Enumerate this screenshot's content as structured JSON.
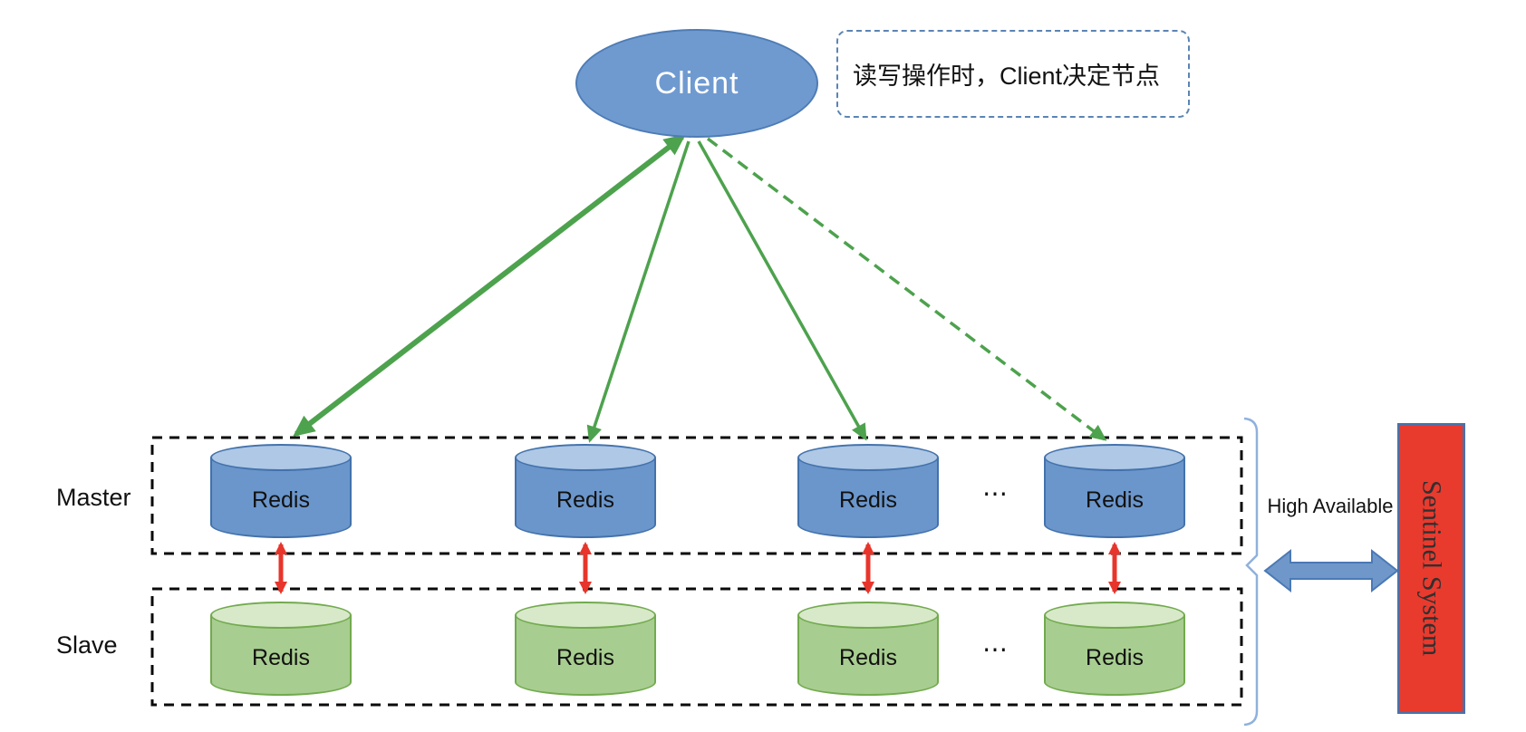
{
  "client": {
    "label": "Client"
  },
  "annotation": {
    "text": "读写操作时，Client决定节点"
  },
  "rows": {
    "master": {
      "label": "Master",
      "nodes": [
        "Redis",
        "Redis",
        "Redis",
        "Redis"
      ],
      "ellipsis": "⋯"
    },
    "slave": {
      "label": "Slave",
      "nodes": [
        "Redis",
        "Redis",
        "Redis",
        "Redis"
      ],
      "ellipsis": "⋯"
    }
  },
  "right_panel": {
    "ha_label": "High Available",
    "sentinel_label": "Sentinel System"
  },
  "colors": {
    "client_fill": "#6f9ad0",
    "master_cylinder_fill": "#6b96cb",
    "master_cylinder_top": "#aec8e6",
    "slave_cylinder_fill": "#a8cd90",
    "slave_cylinder_top": "#d8e9ca",
    "arrow_green": "#4da24d",
    "arrow_red": "#e8352b",
    "ha_arrow_blue": "#6f97c9",
    "sentinel_fill": "#e93a2e",
    "sentinel_border": "#4a72a8",
    "bracket_blue": "#8fb1dd",
    "dashed_box": "#0a0a0a",
    "callout_border": "#5b84b4"
  }
}
